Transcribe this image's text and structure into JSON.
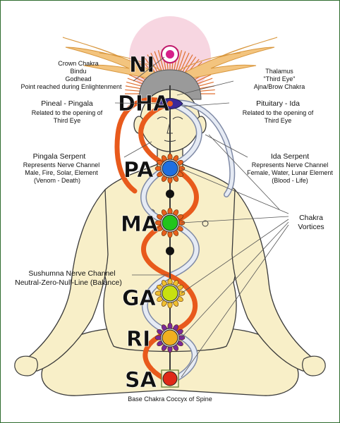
{
  "syllables": [
    "NI",
    "DHA",
    "PA",
    "MA",
    "GA",
    "RI",
    "SA"
  ],
  "labels": {
    "crown_line1": "Crown Chakra",
    "crown_line2": "Bindu",
    "crown_line3": "Godhead",
    "crown_line4": "Point reached during Enlightenment",
    "thalamus_line1": "Thalamus",
    "thalamus_line2": "\"Third Eye\"",
    "thalamus_line3": "Ajna/Brow Chakra",
    "pineal_title": "Pineal - Pingala",
    "pineal_line2": "Related to the opening of",
    "pineal_line3": "Third Eye",
    "pituitary_title": "Pituitary - Ida",
    "pituitary_line2": "Related to the opening of",
    "pituitary_line3": "Third Eye",
    "pingala_title": "Pingala Serpent",
    "pingala_line2": "Represents Nerve Channel",
    "pingala_line3": "Male, Fire, Solar, Element",
    "pingala_line4": "(Venom - Death)",
    "ida_title": "Ida Serpent",
    "ida_line2": "Represents Nerve Channel",
    "ida_line3": "Female, Water, Lunar Element",
    "ida_line4": "(Blood - Life)",
    "vortices_line1": "Chakra",
    "vortices_line2": "Vortices",
    "sushumna_line1": "Sushumna Nerve Channel",
    "sushumna_line2": "Neutral-Zero-Null-Line (Balance)",
    "base": "Base Chakra Coccyx of Spine"
  },
  "colors": {
    "skin": "#f8efc8",
    "outline": "#3a3a3a",
    "pingala": "#e85a1c",
    "ida": "#e6ebf4",
    "crown_rays": "#e07030",
    "halo": "#f3b8cf",
    "wings": "#f2c27a",
    "chakra_throat": "#1f6fe0",
    "chakra_heart": "#22c41c",
    "chakra_solar": "#c8e010",
    "chakra_sacral": "#f0b020",
    "chakra_root": "#e02a18",
    "petal_orange": "#e8601c",
    "petal_purple": "#7a2a9a"
  }
}
